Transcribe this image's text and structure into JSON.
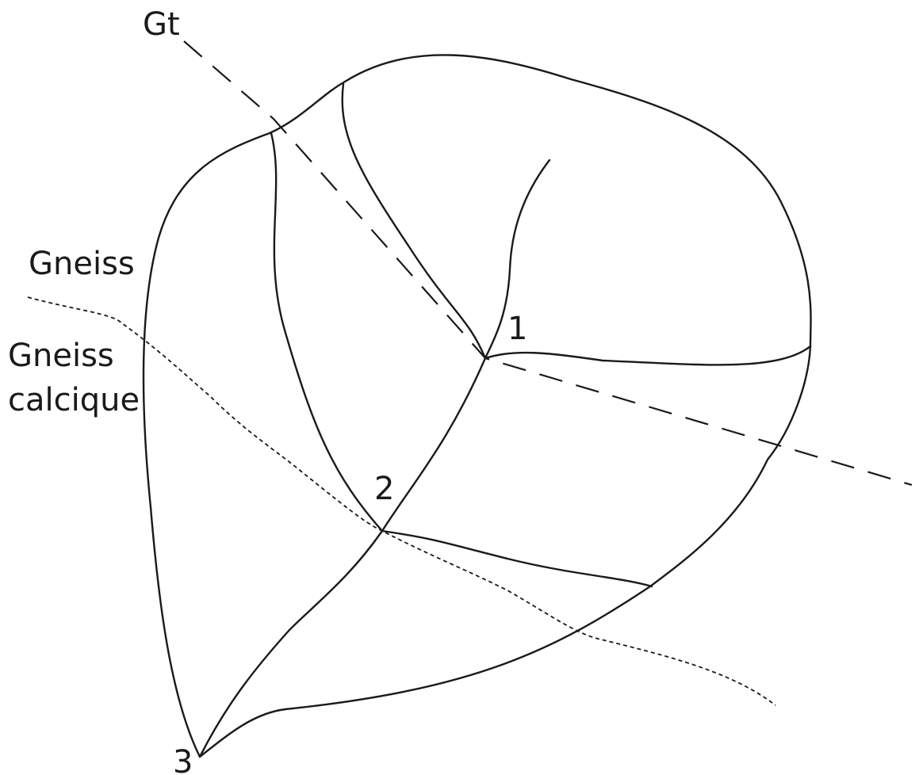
{
  "labels": {
    "gt": "Gt",
    "gneiss": "Gneiss",
    "gneiss_calcique_line1": "Gneiss",
    "gneiss_calcique_line2": "calcique",
    "point_1": "1",
    "point_2": "2",
    "point_3": "3"
  },
  "colors": {
    "ink": "#1a1a1a",
    "background": "#ffffff"
  }
}
